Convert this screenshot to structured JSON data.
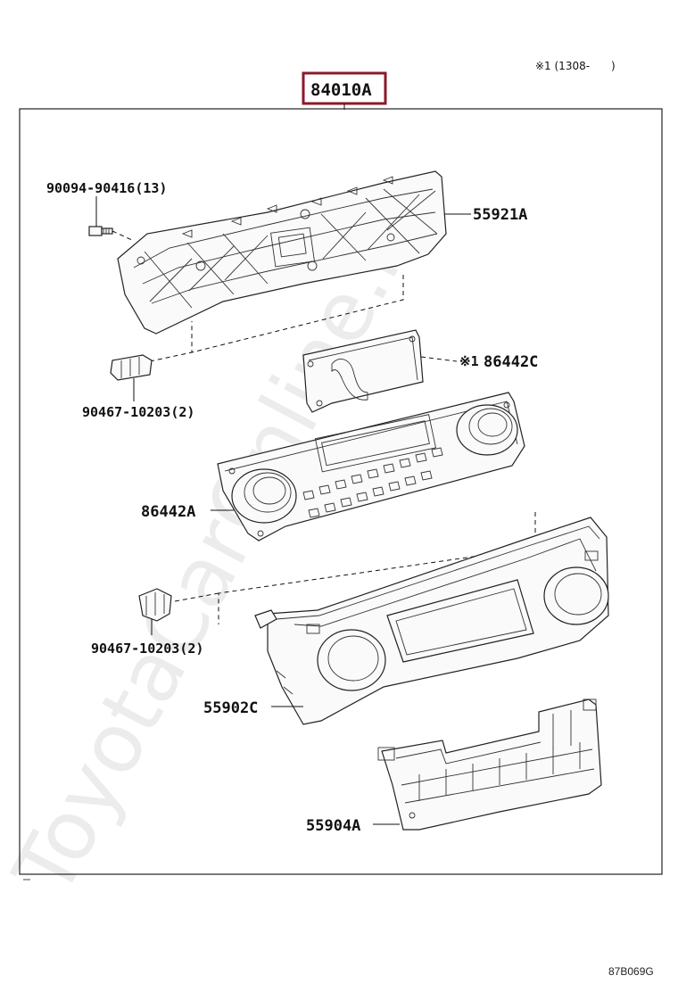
{
  "note": "※1 (1308-　　)",
  "assembly_number": "84010A",
  "parts": {
    "bracket_screw": "90094-90416(13)",
    "upper_bracket": "55921A",
    "sub_board": "86442C",
    "sub_board_note_mark": "※1",
    "clip_upper": "90467-10203(2)",
    "control_panel": "86442A",
    "clip_lower": "90467-10203(2)",
    "cluster_panel": "55902C",
    "lower_bracket": "55904A"
  },
  "watermark": "ToyotaCarOnline.ru",
  "image_code": "87B069G",
  "colors": {
    "highlight_box": "#8b1a2b",
    "line": "#111111"
  }
}
